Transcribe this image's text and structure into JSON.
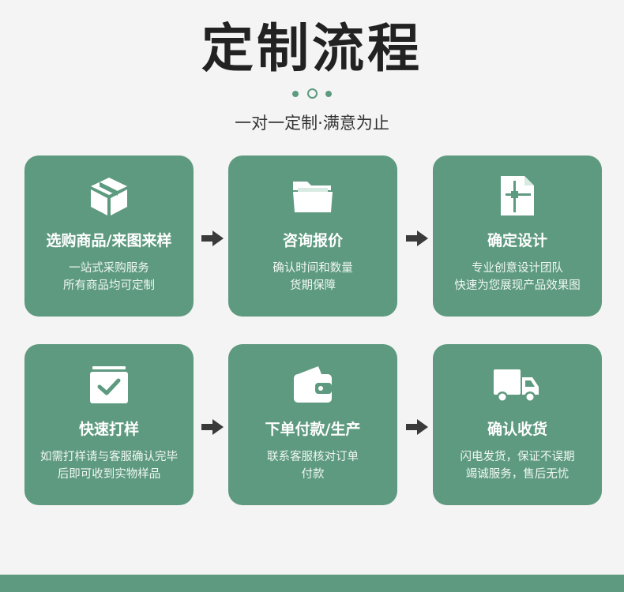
{
  "header": {
    "title": "定制流程",
    "subtitle": "一对一定制·满意为止"
  },
  "colors": {
    "accent": "#5e9a80",
    "background": "#f4f4f4",
    "title": "#222222"
  },
  "steps": [
    {
      "title": "选购商品/来图来样",
      "line1": "一站式采购服务",
      "line2": "所有商品均可定制",
      "icon": "box-icon"
    },
    {
      "title": "咨询报价",
      "line1": "确认时间和数量",
      "line2": "货期保障",
      "icon": "folder-icon"
    },
    {
      "title": "确定设计",
      "line1": "专业创意设计团队",
      "line2": "快速为您展现产品效果图",
      "icon": "design-doc-icon"
    },
    {
      "title": "快速打样",
      "line1": "如需打样请与客服确认完毕",
      "line2": "后即可收到实物样品",
      "icon": "check-box-icon"
    },
    {
      "title": "下单付款/生产",
      "line1": "联系客服核对订单",
      "line2": "付款",
      "icon": "wallet-icon"
    },
    {
      "title": "确认收货",
      "line1": "闪电发货，保证不误期",
      "line2": "竭诚服务，售后无忧",
      "icon": "truck-icon"
    }
  ]
}
